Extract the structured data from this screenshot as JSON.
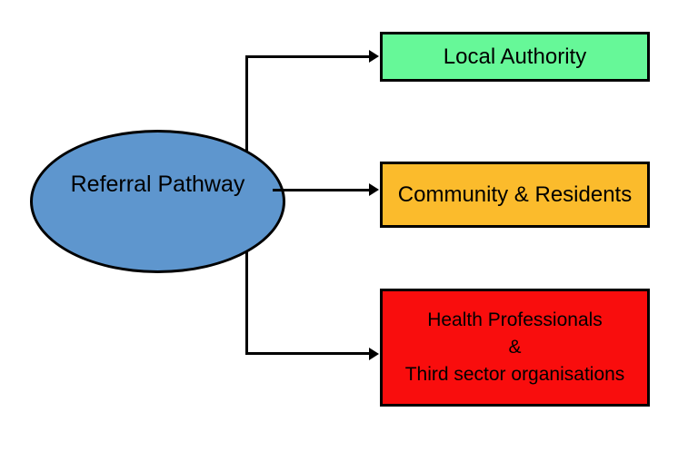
{
  "diagram": {
    "background": "#FFFFFF",
    "stroke_color": "#000000",
    "text_color": "#000000",
    "source": {
      "label": "Referral Pathway",
      "shape": "ellipse",
      "fill": "#5E96CE"
    },
    "targets": [
      {
        "id": "local-authority",
        "label": "Local Authority",
        "shape": "rectangle",
        "fill": "#66F898"
      },
      {
        "id": "community-residents",
        "label": "Community & Residents",
        "shape": "rectangle",
        "fill": "#FBBB2C"
      },
      {
        "id": "health-third-sector",
        "lines": [
          "Health Professionals",
          "&",
          "Third sector organisations"
        ],
        "shape": "rectangle",
        "fill": "#F90D0D"
      }
    ],
    "connector_style": "elbow-arrow"
  }
}
